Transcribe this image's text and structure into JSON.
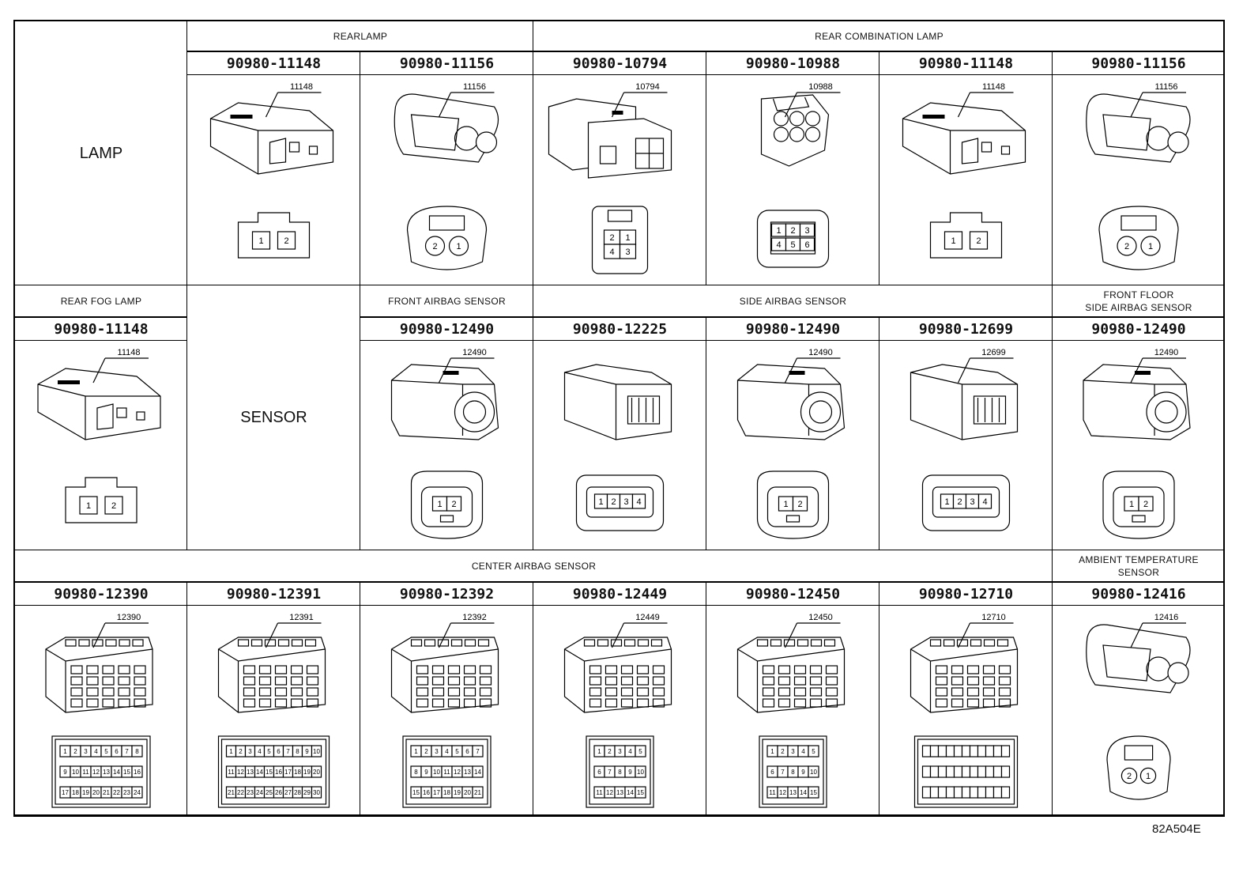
{
  "sections": [
    {
      "category": "LAMP",
      "groups": [
        {
          "name": "REARLAMP",
          "span": 2
        },
        {
          "name": "REAR COMBINATION LAMP",
          "span": 4
        }
      ],
      "connectors": [
        {
          "part": "90980-11148",
          "tag": "11148",
          "style": "lamp2",
          "pins": [
            "1",
            "2"
          ]
        },
        {
          "part": "90980-11156",
          "tag": "11156",
          "style": "round2",
          "pins": [
            "2",
            "1"
          ]
        },
        {
          "part": "90980-10794",
          "tag": "10794",
          "style": "sq4",
          "pins": [
            "2",
            "1",
            "4",
            "3"
          ]
        },
        {
          "part": "90980-10988",
          "tag": "10988",
          "style": "hex6",
          "pins": [
            "1",
            "2",
            "3",
            "4",
            "5",
            "6"
          ]
        },
        {
          "part": "90980-11148",
          "tag": "11148",
          "style": "lamp2",
          "pins": [
            "1",
            "2"
          ]
        },
        {
          "part": "90980-11156",
          "tag": "11156",
          "style": "round2",
          "pins": [
            "2",
            "1"
          ]
        }
      ]
    },
    {
      "category": "SENSOR",
      "left_group": {
        "name": "REAR FOG LAMP",
        "part": "90980-11148",
        "tag": "11148",
        "pins": [
          "1",
          "2"
        ]
      },
      "groups": [
        {
          "name": "FRONT AIRBAG SENSOR",
          "span": 1
        },
        {
          "name": "SIDE AIRBAG SENSOR",
          "span": 3
        },
        {
          "name": "FRONT FLOOR SIDE AIRBAG SENSOR",
          "lines": [
            "FRONT FLOOR",
            "SIDE AIRBAG SENSOR"
          ],
          "span": 1
        }
      ],
      "connectors": [
        {
          "part": "90980-12490",
          "tag": "12490",
          "style": "airbag2",
          "pins": [
            "1",
            "2"
          ]
        },
        {
          "part": "90980-12225",
          "tag": "",
          "style": "wide4",
          "pins": [
            "1",
            "2",
            "3",
            "4"
          ]
        },
        {
          "part": "90980-12490",
          "tag": "12490",
          "style": "airbag2",
          "pins": [
            "1",
            "2"
          ]
        },
        {
          "part": "90980-12699",
          "tag": "12699",
          "style": "wide4",
          "pins": [
            "1",
            "2",
            "3",
            "4"
          ]
        },
        {
          "part": "90980-12490",
          "tag": "12490",
          "style": "airbag2",
          "pins": [
            "1",
            "2"
          ]
        }
      ]
    },
    {
      "groups": [
        {
          "name": "CENTER AIRBAG SENSOR",
          "span": 6
        },
        {
          "name": "AMBIENT TEMPERATURE SENSOR",
          "lines": [
            "AMBIENT TEMPERATURE",
            "SENSOR"
          ],
          "span": 1
        }
      ],
      "connectors": [
        {
          "part": "90980-12390",
          "tag": "12390",
          "style": "block",
          "rows": [
            [
              "1",
              "2",
              "3",
              "4",
              "5",
              "6",
              "7",
              "8"
            ],
            [
              "9",
              "10",
              "11",
              "12",
              "13",
              "14",
              "15",
              "16"
            ],
            [
              "17",
              "18",
              "19",
              "20",
              "21",
              "22",
              "23",
              "24"
            ]
          ]
        },
        {
          "part": "90980-12391",
          "tag": "12391",
          "style": "block",
          "rows": [
            [
              "1",
              "2",
              "3",
              "4",
              "5",
              "6",
              "7",
              "8",
              "9",
              "10"
            ],
            [
              "11",
              "12",
              "13",
              "14",
              "15",
              "16",
              "17",
              "18",
              "19",
              "20"
            ],
            [
              "21",
              "22",
              "23",
              "24",
              "25",
              "26",
              "27",
              "28",
              "29",
              "30"
            ]
          ]
        },
        {
          "part": "90980-12392",
          "tag": "12392",
          "style": "block",
          "rows": [
            [
              "1",
              "2",
              "3",
              "4",
              "5",
              "6",
              "7"
            ],
            [
              "8",
              "9",
              "10",
              "11",
              "12",
              "13",
              "14"
            ],
            [
              "15",
              "16",
              "17",
              "18",
              "19",
              "20",
              "21"
            ]
          ]
        },
        {
          "part": "90980-12449",
          "tag": "12449",
          "style": "block",
          "rows": [
            [
              "1",
              "2",
              "3",
              "4",
              "5"
            ],
            [
              "6",
              "7",
              "8",
              "9",
              "10"
            ],
            [
              "11",
              "12",
              "13",
              "14",
              "15"
            ]
          ]
        },
        {
          "part": "90980-12450",
          "tag": "12450",
          "style": "block",
          "rows": [
            [
              "1",
              "2",
              "3",
              "4",
              "5"
            ],
            [
              "6",
              "7",
              "8",
              "9",
              "10"
            ],
            [
              "11",
              "12",
              "13",
              "14",
              "15"
            ]
          ]
        },
        {
          "part": "90980-12710",
          "tag": "12710",
          "style": "block",
          "rows": [
            [
              "",
              "",
              "",
              "",
              "",
              "",
              "",
              "",
              "",
              "",
              ""
            ],
            [
              "",
              "",
              "",
              "",
              "",
              "",
              "",
              "",
              "",
              "",
              ""
            ],
            [
              "",
              "",
              "",
              "",
              "",
              "",
              "",
              "",
              "",
              "",
              ""
            ]
          ]
        },
        {
          "part": "90980-12416",
          "tag": "12416",
          "style": "round2small",
          "pins": [
            "2",
            "1"
          ]
        }
      ]
    }
  ],
  "figure_id": "82A504E"
}
